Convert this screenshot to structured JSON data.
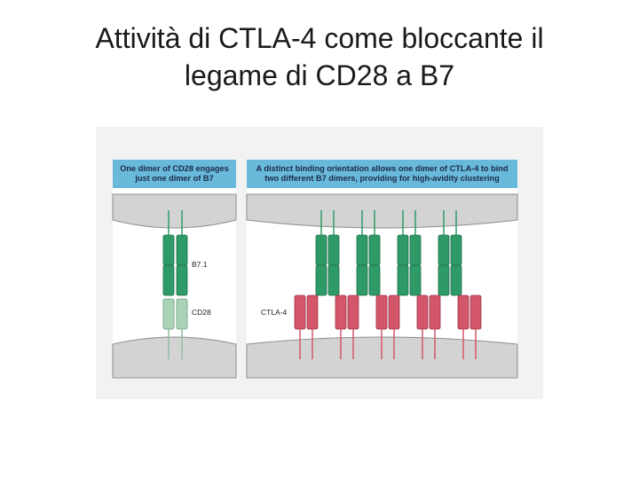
{
  "slide": {
    "title_line1": "Attività di CTLA-4 come bloccante il",
    "title_line2": "legame di CD28 a B7"
  },
  "figure": {
    "left_panel": {
      "caption_line1": "One dimer of CD28 engages",
      "caption_line2": "just one dimer of B7",
      "label_b7": "B7.1",
      "label_cd28": "CD28"
    },
    "right_panel": {
      "caption_line1": "A distinct binding orientation allows one dimer of CTLA-4 to bind",
      "caption_line2": "two different B7 dimers, providing for high-avidity clustering",
      "label_ctla4": "CTLA-4"
    },
    "colors": {
      "caption_bg": "#69b9db",
      "membrane": "#d3d3d3",
      "b7": "#2e9a68",
      "cd28": "#a9d2b6",
      "ctla4": "#d4566a"
    }
  }
}
